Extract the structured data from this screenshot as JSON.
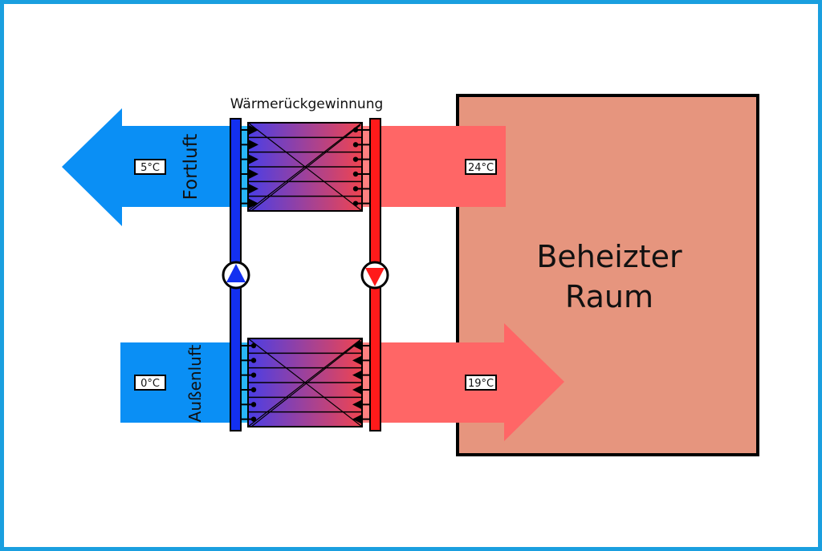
{
  "title": "Wärmerückgewinnung",
  "room": {
    "line1": "Beheizter",
    "line2": "Raum",
    "fill": "#e6957e"
  },
  "flows": {
    "exhaust": {
      "name": "Fortluft",
      "temp": "5°C",
      "color": "#0a8ff5"
    },
    "outdoor": {
      "name": "Außenluft",
      "temp": "0°C",
      "color": "#0a8ff5"
    },
    "extract": {
      "temp": "24°C",
      "color": "#ff6666"
    },
    "supply": {
      "temp": "19°C",
      "color": "#ff6666"
    }
  },
  "pipes": {
    "cold": {
      "color": "#1330f0",
      "pump_direction": "up"
    },
    "hot": {
      "color": "#ff1a1a",
      "pump_direction": "down"
    }
  },
  "exchanger": {
    "gradient_start": "#4a3ee6",
    "gradient_end": "#f04450"
  },
  "frame_color": "#1a9fdf"
}
